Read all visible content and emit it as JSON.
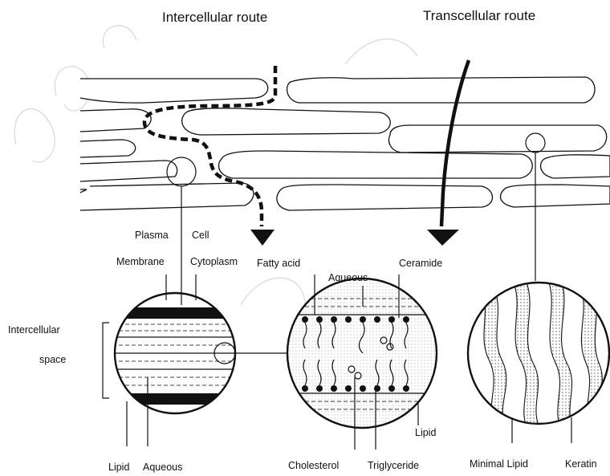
{
  "titles": {
    "intercellular_route": "Intercellular route",
    "transcellular_route": "Transcellular route"
  },
  "labels": {
    "plasma": "Plasma",
    "membrane": "Membrane",
    "cell": "Cell",
    "cytoplasm": "Cytoplasm",
    "fatty_acid": "Fatty acid",
    "aqueous_top": "Aqueous",
    "ceramide": "Ceramide",
    "intercellular": "Intercellular",
    "space": "space",
    "lipid_right": "Lipid",
    "lipid_bottom": "Lipid",
    "aqueous_bottom": "Aqueous",
    "cholesterol": "Cholesterol",
    "triglyceride": "Triglyceride",
    "minimal_lipid": "Minimal Lipid",
    "keratin": "Keratin"
  },
  "colors": {
    "ink": "#111111",
    "background": "#ffffff"
  }
}
